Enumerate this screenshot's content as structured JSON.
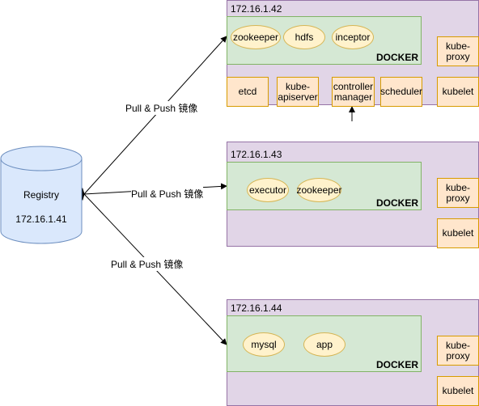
{
  "registry": {
    "name": "Registry",
    "ip": "172.16.1.41"
  },
  "edges": [
    {
      "label": "Pull & Push 镜像"
    },
    {
      "label": "Pull & Push 镜像"
    },
    {
      "label": "Pull & Push 镜像"
    }
  ],
  "hosts": [
    {
      "ip": "172.16.1.42",
      "docker_label": "DOCKER",
      "containers": [
        "zookeeper",
        "hdfs",
        "inceptor"
      ],
      "services": [
        "etcd",
        "kube-apiserver",
        "controller manager",
        "scheduler"
      ],
      "kube_proxy": "kube-proxy",
      "kubelet": "kubelet"
    },
    {
      "ip": "172.16.1.43",
      "docker_label": "DOCKER",
      "containers": [
        "executor",
        "zookeeper"
      ],
      "kube_proxy": "kube-proxy",
      "kubelet": "kubelet"
    },
    {
      "ip": "172.16.1.44",
      "docker_label": "DOCKER",
      "containers": [
        "mysql",
        "app"
      ],
      "kube_proxy": "kube-proxy",
      "kubelet": "kubelet"
    }
  ],
  "colors": {
    "host_fill": "#e1d5e7",
    "host_stroke": "#9673a6",
    "docker_fill": "#d5e8d4",
    "docker_stroke": "#82b366",
    "container_fill": "#fff2cc",
    "container_stroke": "#d6b656",
    "service_fill": "#ffe6cc",
    "service_stroke": "#d79b00",
    "registry_fill": "#dae8fc",
    "registry_stroke": "#6c8ebf"
  }
}
